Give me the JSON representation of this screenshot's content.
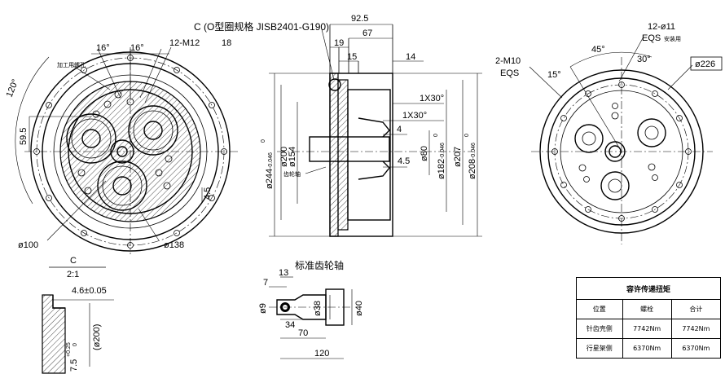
{
  "front_view": {
    "angle_120": "120°",
    "angle_16a": "16°",
    "angle_16b": "16°",
    "hole_label": "12-M12",
    "hole_depth": "18",
    "tap_note": "加工用螺孔",
    "dim_59_5": "59.5",
    "dim_4_5": "4.5",
    "dia_100": "ø100",
    "dia_138": "ø138"
  },
  "section_view": {
    "c_label": "C (O型圈规格  JISB2401-G190)",
    "dim_92_5": "92.5",
    "dim_67": "67",
    "dim_19": "19",
    "dim_15": "15",
    "dim_14": "14",
    "chamfer_1": "1X30°",
    "chamfer_2": "1X30°",
    "dim_4": "4",
    "dim_4_5": "4.5",
    "dia_244": "ø244",
    "tol_244": "-0.046",
    "dia_200": "ø200",
    "dia_154": "ø154",
    "dia_80": "ø80",
    "dia_182": "ø182",
    "tol_182": "-0.046",
    "dia_207": "ø207",
    "dia_208": "ø208",
    "tol_208": "-0.046",
    "zero": "0",
    "gear_shaft_note": "齿轮轴"
  },
  "rear_view": {
    "angle_45": "45°",
    "angle_15": "15°",
    "angle_30": "30°",
    "holes_11": "12-ø11",
    "eqs_a": "EQS",
    "eqs_note": "安装用",
    "holes_m10": "2-M10",
    "eqs_b": "EQS",
    "dia_226": "ø226"
  },
  "detail_c": {
    "label": "C",
    "scale": "2:1",
    "dim_4_6": "4.6±0.05",
    "dim_7_5": "7.5",
    "tol_upper": "+0.25",
    "tol_lower": "0",
    "dia_200_ref": "(ø200)"
  },
  "gear_shaft": {
    "title": "标准齿轮轴",
    "dim_13": "13",
    "dim_7": "7",
    "dia_9": "ø9",
    "dim_34": "34",
    "dia_38": "ø38",
    "dia_40": "ø40",
    "dim_70": "70",
    "dim_120": "120"
  },
  "torque_table": {
    "title": "容许传递扭矩",
    "headers": [
      "位置",
      "螺栓",
      "合计"
    ],
    "rows": [
      [
        "针齿壳侧",
        "7742Nm",
        "7742Nm"
      ],
      [
        "行星架侧",
        "6370Nm",
        "6370Nm"
      ]
    ]
  }
}
